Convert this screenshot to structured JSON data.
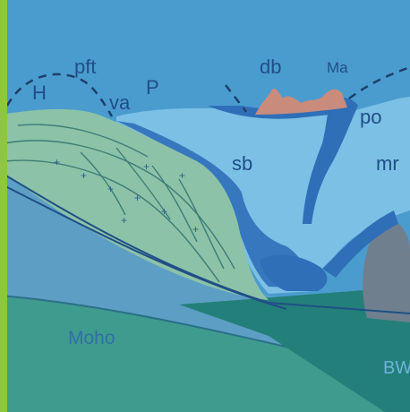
{
  "labels": {
    "H": "H",
    "pft": "pft",
    "va": "va",
    "P": "P",
    "db": "db",
    "Ma": "Ma",
    "po": "po",
    "sb": "sb",
    "mr": "mr",
    "Moho": "Moho",
    "BW": "BW"
  },
  "colors": {
    "frame_accent": "#8dc63f",
    "sky": "#4a9ccf",
    "basin_light": "#7cc0e6",
    "basin_dark": "#2f6fb8",
    "wedge_green": "#8cc2a8",
    "deep_crust": "#5d9fc4",
    "mantle_green": "#3f9b8e",
    "slab_teal": "#237f79",
    "seafloor": "#6f7f8e",
    "massif_pink": "#c98b7c",
    "line_dark": "#1f4f86"
  }
}
